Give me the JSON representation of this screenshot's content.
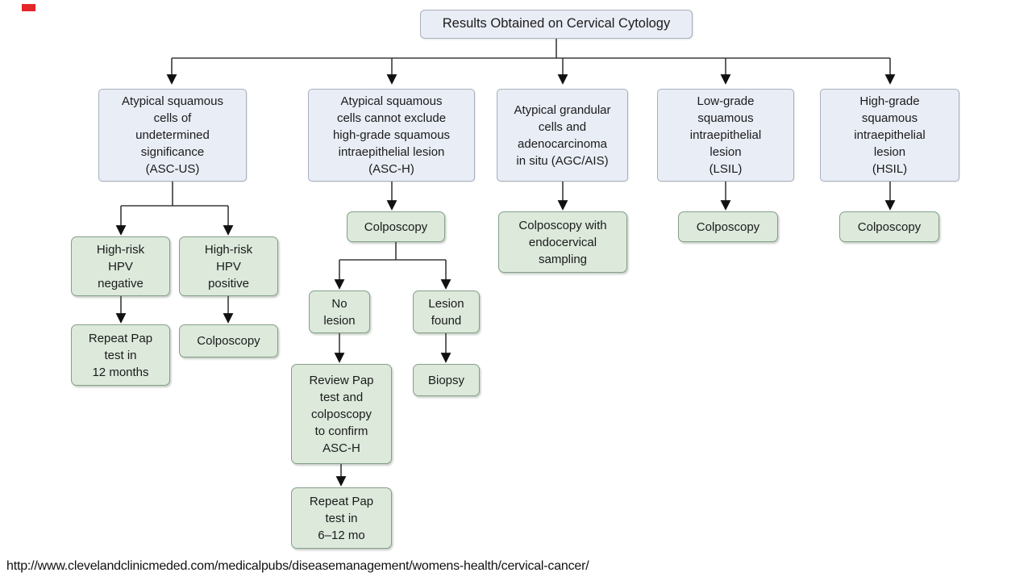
{
  "title": "Results Obtained on Cervical Cytology",
  "footer": {
    "url": "http://www.clevelandclinicmeded.com/medicalpubs/diseasemanagement/womens-health/cervical-cancer/"
  },
  "nodes": {
    "asc_us": "Atypical squamous\ncells of\nundetermined\nsignificance\n(ASC-US)",
    "asc_h": "Atypical squamous\ncells cannot exclude\nhigh-grade squamous\nintraepithelial lesion\n(ASC-H)",
    "agc_ais": "Atypical grandular\ncells and\nadenocarcinoma\nin situ (AGC/AIS)",
    "lsil": "Low-grade\nsquamous\nintraepithelial\nlesion\n(LSIL)",
    "hsil": "High-grade\nsquamous\nintraepithelial\nlesion\n(HSIL)",
    "hpv_negative": "High-risk\nHPV\nnegative",
    "hpv_positive": "High-risk\nHPV\npositive",
    "repeat_pap_12_months": "Repeat Pap\ntest in\n12 months",
    "colposcopy_hpv_positive": "Colposcopy",
    "colposcopy_asc_h": "Colposcopy",
    "no_lesion": "No\nlesion",
    "lesion_found": "Lesion\nfound",
    "review_pap_confirm": "Review Pap\ntest and\ncolposcopy\nto confirm\nASC-H",
    "biopsy": "Biopsy",
    "repeat_pap_6_12_mo": "Repeat Pap\ntest in\n6–12 mo",
    "colposcopy_endocervical": "Colposcopy with\nendocervical\nsampling",
    "colposcopy_lsil": "Colposcopy",
    "colposcopy_hsil": "Colposcopy"
  },
  "edges": [
    [
      "title",
      "asc_us"
    ],
    [
      "title",
      "asc_h"
    ],
    [
      "title",
      "agc_ais"
    ],
    [
      "title",
      "lsil"
    ],
    [
      "title",
      "hsil"
    ],
    [
      "asc_us",
      "hpv_negative"
    ],
    [
      "asc_us",
      "hpv_positive"
    ],
    [
      "hpv_negative",
      "repeat_pap_12_months"
    ],
    [
      "hpv_positive",
      "colposcopy_hpv_positive"
    ],
    [
      "asc_h",
      "colposcopy_asc_h"
    ],
    [
      "colposcopy_asc_h",
      "no_lesion"
    ],
    [
      "colposcopy_asc_h",
      "lesion_found"
    ],
    [
      "no_lesion",
      "review_pap_confirm"
    ],
    [
      "lesion_found",
      "biopsy"
    ],
    [
      "review_pap_confirm",
      "repeat_pap_6_12_mo"
    ],
    [
      "agc_ais",
      "colposcopy_endocervical"
    ],
    [
      "lsil",
      "colposcopy_lsil"
    ],
    [
      "hsil",
      "colposcopy_hsil"
    ]
  ],
  "colors": {
    "category_fill": "#e9edf6",
    "category_border": "#a8b0bc",
    "action_fill": "#dce9db",
    "action_border": "#84a089",
    "connector": "#3a3a3a",
    "arrowhead": "#111111",
    "accent_red": "#e3262a",
    "text": "#1b1b1b"
  }
}
